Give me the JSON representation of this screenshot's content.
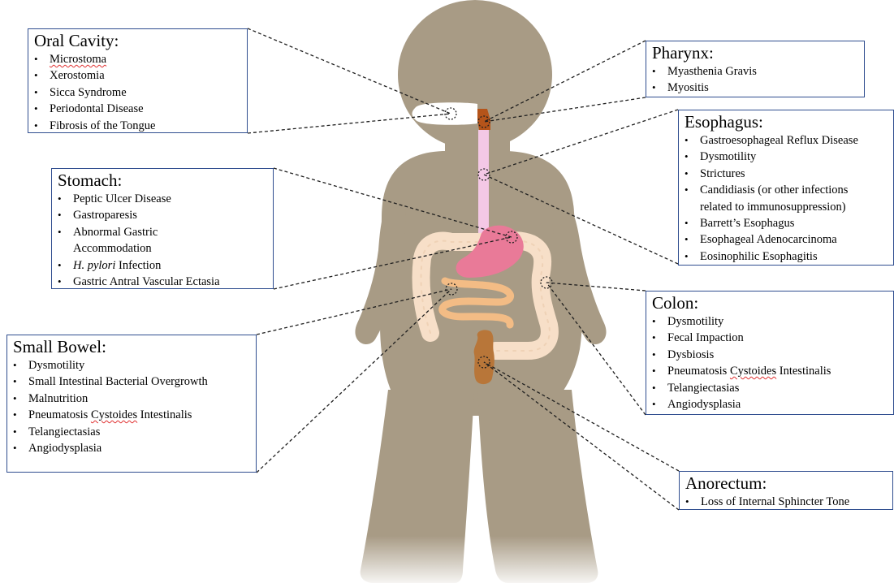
{
  "colors": {
    "body": "#a89b85",
    "box_border": "#2f4d8f",
    "pharynx": "#b5541a",
    "esophagus": "#f4c8e6",
    "stomach": "#e97a98",
    "small_bowel": "#f3bc85",
    "colon": "#f7dfc8",
    "rectum": "#b87639",
    "spellcheck": "#e03030"
  },
  "labels": {
    "oral_cavity": {
      "title": "Oral Cavity:",
      "items": [
        "Microstoma",
        "Xerostomia",
        "Sicca Syndrome",
        "Periodontal Disease",
        "Fibrosis of the Tongue"
      ]
    },
    "stomach": {
      "title": "Stomach:",
      "items": [
        "Peptic Ulcer Disease",
        "Gastroparesis",
        "Abnormal Gastric",
        "Accommodation",
        "H. pylori",
        " Infection",
        "Gastric Antral Vascular Ectasia"
      ]
    },
    "small_bowel": {
      "title": "Small Bowel:",
      "items": [
        "Dysmotility",
        "Small Intestinal Bacterial Overgrowth",
        "Malnutrition",
        "Pneumatosis ",
        "Cystoides",
        " Intestinalis",
        "Telangiectasias",
        "Angiodysplasia"
      ]
    },
    "pharynx": {
      "title": "Pharynx:",
      "items": [
        "Myasthenia Gravis",
        "Myositis"
      ]
    },
    "esophagus": {
      "title": "Esophagus:",
      "items": [
        "Gastroesophageal Reflux Disease",
        "Dysmotility",
        "Strictures",
        "Candidiasis (or other infections",
        "related to immunosuppression)",
        "Barrett’s Esophagus",
        "Esophageal Adenocarcinoma",
        "Eosinophilic Esophagitis"
      ]
    },
    "colon": {
      "title": "Colon:",
      "items": [
        "Dysmotility",
        "Fecal Impaction",
        "Dysbiosis",
        "Pneumatosis ",
        "Cystoides",
        " Intestinalis",
        "Telangiectasias",
        "Angiodysplasia"
      ]
    },
    "anorectum": {
      "title": "Anorectum:",
      "items": [
        "Loss of Internal Sphincter Tone"
      ]
    }
  }
}
